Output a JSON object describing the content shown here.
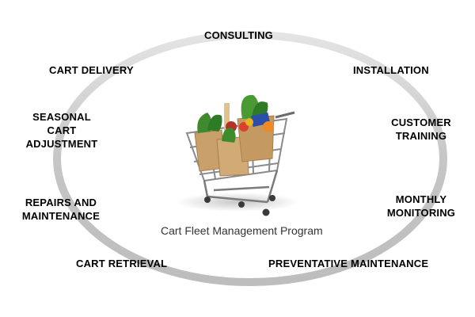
{
  "diagram": {
    "caption": "Cart Fleet Management Program",
    "ring_color": "#c8c8c8",
    "text_color": "#000000",
    "center_image": "shopping-cart-with-groceries",
    "services": {
      "consulting": "CONSULTING",
      "cart_delivery": "CART DELIVERY",
      "installation": "INSTALLATION",
      "seasonal_line1": "SEASONAL",
      "seasonal_line2": "CART",
      "seasonal_line3": "ADJUSTMENT",
      "customer_line1": "CUSTOMER",
      "customer_line2": "TRAINING",
      "repairs_line1": "REPAIRS AND",
      "repairs_line2": "MAINTENANCE",
      "monthly_line1": "MONTHLY",
      "monthly_line2": "MONITORING",
      "cart_retrieval": "CART RETRIEVAL",
      "preventative": "PREVENTATIVE MAINTENANCE"
    }
  }
}
